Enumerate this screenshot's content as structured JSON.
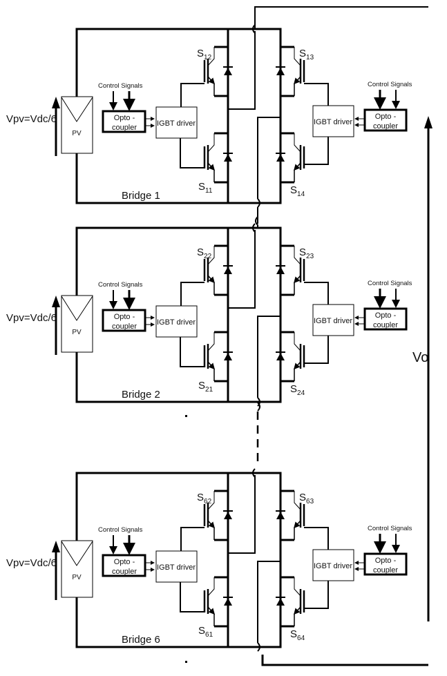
{
  "figure": {
    "output_voltage_label": "Vo",
    "bridges": [
      {
        "name": "Bridge 1",
        "pv_label": "PV",
        "pv_voltage_label": "Vpv=Vdc/6",
        "left_control_label": "Control Signals",
        "right_control_label": "Control Signals",
        "left_opto_line1": "Opto -",
        "left_opto_line2": "coupler",
        "right_opto_line1": "Opto -",
        "right_opto_line2": "coupler",
        "left_driver_label": "IGBT driver",
        "right_driver_label": "IGBT driver",
        "switches": {
          "top_left": {
            "main": "S",
            "sub": "12"
          },
          "bot_left": {
            "main": "S",
            "sub": "11"
          },
          "top_right": {
            "main": "S",
            "sub": "13"
          },
          "bot_right": {
            "main": "S",
            "sub": "14"
          }
        }
      },
      {
        "name": "Bridge 2",
        "pv_label": "PV",
        "pv_voltage_label": "Vpv=Vdc/6",
        "left_control_label": "Control Signals",
        "right_control_label": "Control Signals",
        "left_opto_line1": "Opto -",
        "left_opto_line2": "coupler",
        "right_opto_line1": "Opto -",
        "right_opto_line2": "coupler",
        "left_driver_label": "IGBT driver",
        "right_driver_label": "IGBT driver",
        "switches": {
          "top_left": {
            "main": "S",
            "sub": "22"
          },
          "bot_left": {
            "main": "S",
            "sub": "21"
          },
          "top_right": {
            "main": "S",
            "sub": "23"
          },
          "bot_right": {
            "main": "S",
            "sub": "24"
          }
        }
      },
      {
        "name": "Bridge 6",
        "pv_label": "PV",
        "pv_voltage_label": "Vpv=Vdc/6",
        "left_control_label": "Control Signals",
        "right_control_label": "Control Signals",
        "left_opto_line1": "Opto -",
        "left_opto_line2": "coupler",
        "right_opto_line1": "Opto -",
        "right_opto_line2": "coupler",
        "left_driver_label": "IGBT driver",
        "right_driver_label": "IGBT driver",
        "switches": {
          "top_left": {
            "main": "S",
            "sub": "62"
          },
          "bot_left": {
            "main": "S",
            "sub": "61"
          },
          "top_right": {
            "main": "S",
            "sub": "63"
          },
          "bot_right": {
            "main": "S",
            "sub": "64"
          }
        }
      }
    ]
  }
}
